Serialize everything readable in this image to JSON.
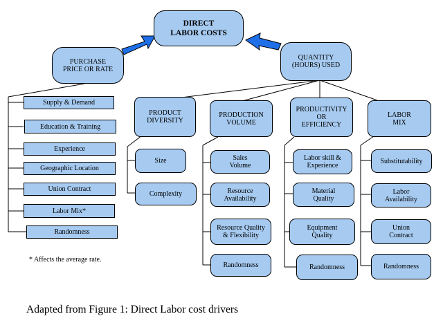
{
  "diagram": {
    "root": "DIRECT\nLABOR COSTS",
    "purchase": {
      "title": "PURCHASE\nPRICE OR RATE",
      "items": [
        "Supply & Demand",
        "Education & Training",
        "Experience",
        "Geographic Location",
        "Union Contract",
        "Labor Mix*",
        "Randomness"
      ]
    },
    "quantity": {
      "title": "QUANTITY\n(HOURS) USED"
    },
    "product_diversity": {
      "title": "PRODUCT\nDIVERSITY",
      "items": [
        "Size",
        "Complexity"
      ]
    },
    "production_volume": {
      "title": "PRODUCTION\nVOLUME",
      "items": [
        "Sales\nVolume",
        "Resource\nAvailability",
        "Resource Quality\n& Flexibility",
        "Randomness"
      ]
    },
    "productivity": {
      "title": "PRODUCTIVITY\nOR\nEFFICIENCY",
      "items": [
        "Labor skill &\nExperience",
        "Material\nQuality",
        "Equipment\nQuality",
        "Randomness"
      ]
    },
    "labor_mix": {
      "title": "LABOR\nMIX",
      "items": [
        "Substitutability",
        "Labor\nAvailability",
        "Union\nContract",
        "Randomness"
      ]
    },
    "footnote": "* Affects the average rate.",
    "caption": "Adapted from Figure 1: Direct Labor cost drivers"
  },
  "colors": {
    "box_fill": "#a6caf0",
    "arrow_fill": "#1e6fe8",
    "line": "#000000"
  }
}
